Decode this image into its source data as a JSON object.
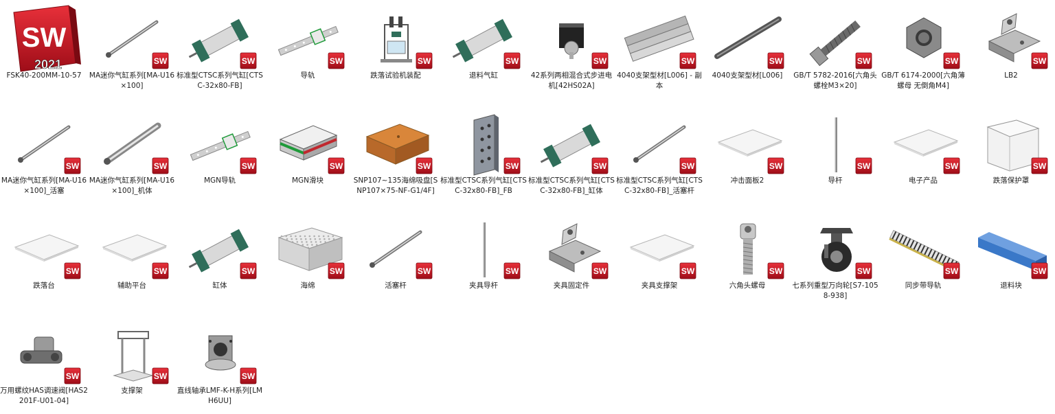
{
  "items": [
    {
      "label": "FSK40-200MM-10-57",
      "type": "sw_logo",
      "logo_text": "SW",
      "year": "2021"
    },
    {
      "label": "MA迷你气缸系列[MA-U16×100]",
      "type": "rod"
    },
    {
      "label": "标准型CTSC系列气缸[CTSC-32x80-FB]",
      "type": "cylinder"
    },
    {
      "label": "导轨",
      "type": "rail"
    },
    {
      "label": "跌落试验机装配",
      "type": "machine"
    },
    {
      "label": "退料气缸",
      "type": "cylinder"
    },
    {
      "label": "42系列两相混合式步进电机[42HS02A]",
      "type": "motor"
    },
    {
      "label": "4040支架型材[L006] - 副本",
      "type": "profile"
    },
    {
      "label": "4040支架型材[L006]",
      "type": "bar"
    },
    {
      "label": "GB/T 5782-2016[六角头螺栓M3×20]",
      "type": "bolt"
    },
    {
      "label": "GB/T 6174-2000[六角薄螺母 无倒角M4]",
      "type": "nut"
    },
    {
      "label": "LB2",
      "type": "bracket"
    },
    {
      "label": "MA迷你气缸系列[MA-U16×100]_活塞",
      "type": "rod"
    },
    {
      "label": "MA迷你气缸系列[MA-U16×100]_机体",
      "type": "tube"
    },
    {
      "label": "MGN导轨",
      "type": "rail"
    },
    {
      "label": "MGN滑块",
      "type": "slider"
    },
    {
      "label": "SNP107~135海绵吸盘[SNP107×75-NF-G1/4F]",
      "type": "sponge_box"
    },
    {
      "label": "标准型CTSC系列气缸[CTSC-32x80-FB]_FB",
      "type": "plate_v"
    },
    {
      "label": "标准型CTSC系列气缸[CTSC-32x80-FB]_缸体",
      "type": "cylinder"
    },
    {
      "label": "标准型CTSC系列气缸[CTSC-32x80-FB]_活塞杆",
      "type": "rod"
    },
    {
      "label": "冲击面板2",
      "type": "plate"
    },
    {
      "label": "导杆",
      "type": "vrod"
    },
    {
      "label": "电子产品",
      "type": "plate"
    },
    {
      "label": "跌落保护罩",
      "type": "cover"
    },
    {
      "label": "跌落台",
      "type": "plate"
    },
    {
      "label": "辅助平台",
      "type": "plate"
    },
    {
      "label": "缸体",
      "type": "cylinder"
    },
    {
      "label": "海绵",
      "type": "sponge"
    },
    {
      "label": "活塞杆",
      "type": "rod"
    },
    {
      "label": "夹具导杆",
      "type": "vrod"
    },
    {
      "label": "夹具固定件",
      "type": "bracket"
    },
    {
      "label": "夹具支撑架",
      "type": "plate"
    },
    {
      "label": "六角头螺母",
      "type": "screw"
    },
    {
      "label": "七系列重型万向轮[S7-1058-938]",
      "type": "caster"
    },
    {
      "label": "同步带导轨",
      "type": "belt_rail"
    },
    {
      "label": "退料块",
      "type": "blue_bar"
    },
    {
      "label": "万用螺纹HAS调速阀[HAS2201F-U01-04]",
      "type": "valve"
    },
    {
      "label": "支撑架",
      "type": "frame"
    },
    {
      "label": "直线轴承LMF-K-H系列[LMH6UU]",
      "type": "bearing"
    }
  ],
  "badge_text": "SW",
  "colors": {
    "sw_red": "#c8102e",
    "cyl_green": "#2f6e5a",
    "slider_green": "#1f9a3a",
    "sponge_orange": "#d9863a",
    "blue": "#3a78c8"
  }
}
